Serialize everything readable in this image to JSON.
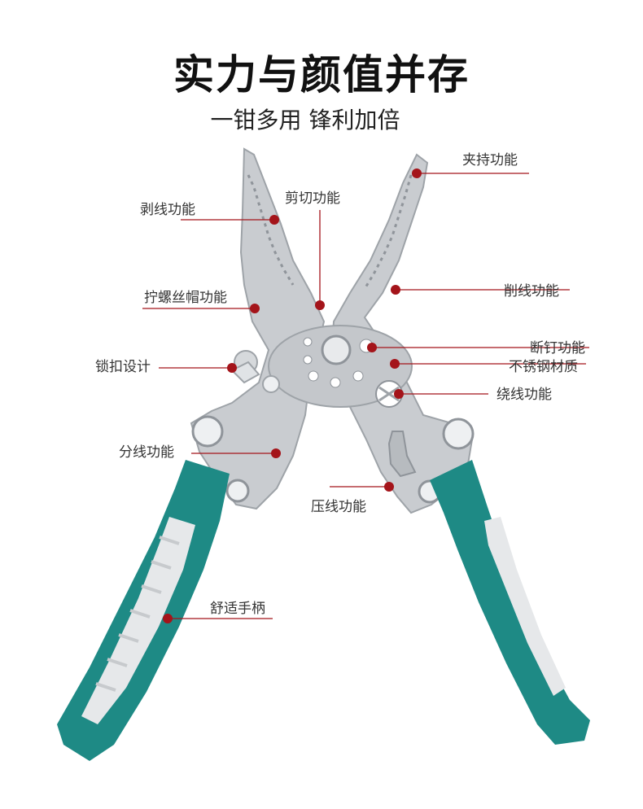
{
  "title": "实力与颜值并存",
  "subtitle": "一钳多用 锋利加倍",
  "colors": {
    "steel": "#c9ccd0",
    "steel_dark": "#9ea3a8",
    "handle_teal": "#1e8a85",
    "handle_grip": "#e6e8ea",
    "marker": "#a4141a",
    "leader_line": "#a4141a"
  },
  "callouts": {
    "clamp": "夹持功能",
    "cut": "剪切功能",
    "strip": "剥线功能",
    "screw": "拧螺丝帽功能",
    "pare": "削线功能",
    "bolt_cut": "断钉功能",
    "stainless": "不锈钢材质",
    "lock": "锁扣设计",
    "wind": "绕线功能",
    "split": "分线功能",
    "crimp": "压线功能",
    "grip": "舒适手柄"
  }
}
